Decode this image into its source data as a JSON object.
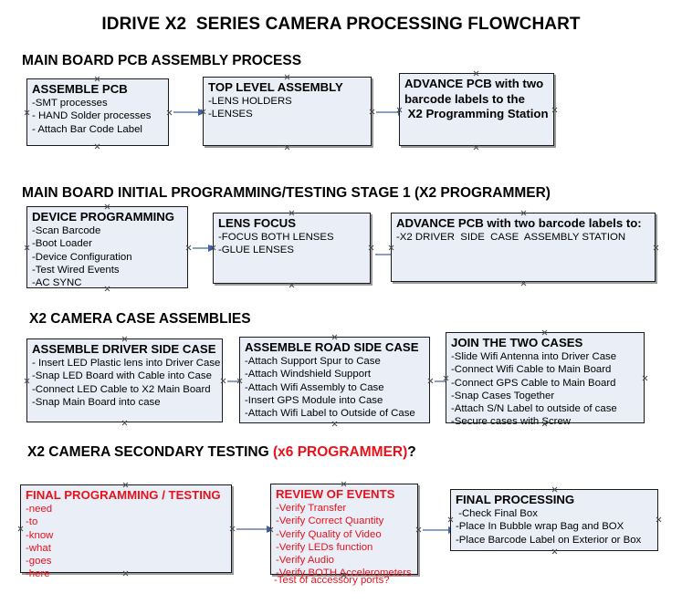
{
  "document": {
    "title": "IDRIVE X2  SERIES CAMERA PROCESSING FLOWCHART"
  },
  "colors": {
    "box_fill": "#e9eef7",
    "box_border": "#1a1a1a",
    "accent_red": "#e8121b",
    "arrow_line": "#8ca0bd",
    "arrow_head": "#3c63b5",
    "text": "#000000"
  },
  "sections": [
    {
      "id": "main-board-pcb-assembly",
      "heading": "MAIN BOARD PCB ASSEMBLY PROCESS",
      "heading_accent": "",
      "heading_tail": "",
      "boxes": [
        {
          "id": "assemble-pcb",
          "title": "ASSEMBLE PCB",
          "lines": [
            "-SMT processes",
            "- HAND Solder processes",
            "- Attach Bar Code Label"
          ]
        },
        {
          "id": "top-level-assembly",
          "title": "TOP LEVEL ASSEMBLY",
          "lines": [
            "-LENS HOLDERS",
            "-LENSES"
          ]
        },
        {
          "id": "advance-pcb-to-x2-programming-station",
          "title": "",
          "lines": [
            "ADVANCE PCB with two",
            "barcode labels to the",
            " X2 Programming Station"
          ]
        }
      ]
    },
    {
      "id": "main-board-initial-programming",
      "heading": "MAIN BOARD INITIAL PROGRAMMING/TESTING STAGE 1 (X2 PROGRAMMER)",
      "heading_accent": "",
      "heading_tail": "",
      "boxes": [
        {
          "id": "device-programming",
          "title": "DEVICE PROGRAMMING",
          "lines": [
            "-Scan Barcode",
            "-Boot Loader",
            "-Device Configuration",
            "-Test Wired Events",
            "-AC SYNC"
          ]
        },
        {
          "id": "lens-focus",
          "title": "LENS FOCUS",
          "lines": [
            "-FOCUS BOTH LENSES",
            "-GLUE LENSES"
          ]
        },
        {
          "id": "advance-pcb-to-driver-side-case-station",
          "title": "ADVANCE PCB with two barcode labels to:",
          "lines": [
            "-X2 DRIVER  SIDE  CASE  ASSEMBLY STATION"
          ]
        }
      ]
    },
    {
      "id": "x2-camera-case-assemblies",
      "heading": "X2 CAMERA CASE ASSEMBLIES",
      "heading_accent": "",
      "heading_tail": "",
      "boxes": [
        {
          "id": "assemble-driver-side-case",
          "title": "ASSEMBLE DRIVER SIDE CASE",
          "lines": [
            "- Insert LED Plastic lens into Driver Case",
            "-Snap LED Board with Cable into Case",
            "-Connect LED Cable to X2 Main Board",
            "-Snap Main Board into case"
          ]
        },
        {
          "id": "assemble-road-side-case",
          "title": "ASSEMBLE ROAD SIDE CASE",
          "lines": [
            "-Attach Support Spur to Case",
            "-Attach Windshield Support",
            "-Attach Wifi Assembly to Case",
            "-Insert GPS Module into Case",
            "-Attach Wifi Label to Outside of Case"
          ]
        },
        {
          "id": "join-the-two-cases",
          "title": "JOIN THE TWO CASES",
          "lines": [
            "-Slide Wifi Antenna into Driver Case",
            "-Connect Wifi Cable to Main Board",
            "-Connect GPS Cable to Main Board",
            "-Snap Cases Together",
            "-Attach S/N Label to outside of case",
            "-Secure cases with Screw"
          ]
        }
      ]
    },
    {
      "id": "x2-camera-secondary-testing",
      "heading": "X2 CAMERA SECONDARY TESTING ",
      "heading_accent": "(x6 PROGRAMMER)",
      "heading_tail": "?",
      "boxes": [
        {
          "id": "final-programming-testing",
          "title": "FINAL PROGRAMMING / TESTING",
          "lines": [
            "-need",
            "-to",
            "-know",
            "-what",
            "-goes",
            "-here"
          ]
        },
        {
          "id": "review-of-events",
          "title": "REVIEW OF EVENTS",
          "lines": [
            "-Verify Transfer",
            "-Verify Correct Quantity",
            "-Verify Quality of Video",
            "-Verify LEDs function",
            "-Verify Audio",
            "-Verify BOTH Accelerometers"
          ],
          "overflow_line": "-Test of accessory ports?"
        },
        {
          "id": "final-processing",
          "title": "FINAL PROCESSING",
          "lines": [
            " -Check Final Box",
            "-Place In Bubble wrap Bag and BOX",
            "-Place Barcode Label on Exterior or Box"
          ]
        }
      ]
    }
  ]
}
